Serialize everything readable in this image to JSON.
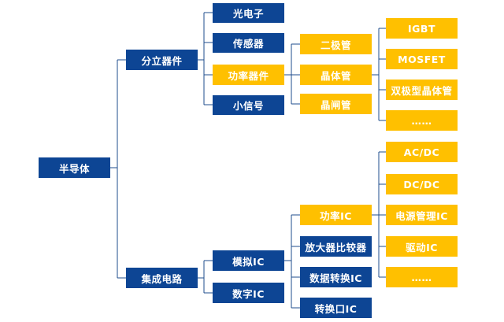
{
  "root": {
    "label": "半导体"
  },
  "level1": {
    "discrete": {
      "label": "分立器件"
    },
    "ic": {
      "label": "集成电路"
    }
  },
  "discrete_children": {
    "optoelectronics": {
      "label": "光电子"
    },
    "sensors": {
      "label": "传感器"
    },
    "power_devices": {
      "label": "功率器件"
    },
    "small_signal": {
      "label": "小信号"
    }
  },
  "ic_children": {
    "analog": {
      "label": "模拟IC"
    },
    "digital": {
      "label": "数字IC"
    }
  },
  "power_device_children": {
    "diode": {
      "label": "二极管"
    },
    "transistor": {
      "label": "晶体管"
    },
    "thyristor": {
      "label": "晶闸管"
    }
  },
  "transistor_children": {
    "igbt": {
      "label": "IGBT"
    },
    "mosfet": {
      "label": "MOSFET"
    },
    "bjt": {
      "label": "双极型晶体管"
    },
    "more": {
      "label": "……"
    }
  },
  "analog_children": {
    "power_ic": {
      "label": "功率IC"
    },
    "amplifier": {
      "label": "放大器比较器"
    },
    "data_converter": {
      "label": "数据转换IC"
    },
    "interface": {
      "label": "转换口IC"
    }
  },
  "power_ic_children": {
    "acdc": {
      "label": "AC/DC"
    },
    "dcdc": {
      "label": "DC/DC"
    },
    "pmic": {
      "label": "电源管理IC"
    },
    "driver": {
      "label": "驱动IC"
    },
    "more": {
      "label": "……"
    }
  },
  "colors": {
    "blue": "#0d4594",
    "gold": "#ffc000",
    "line": "#1f4e8c"
  }
}
